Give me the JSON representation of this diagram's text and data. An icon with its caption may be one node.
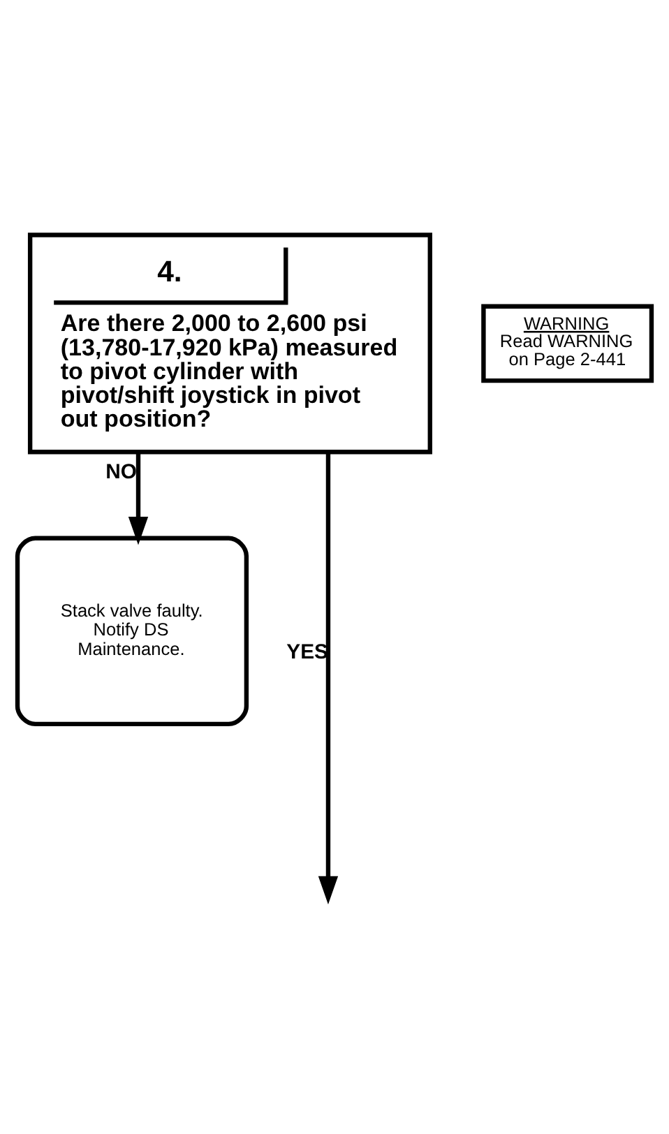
{
  "diagram": {
    "nodes": [
      {
        "text": [
          "4.",
          "Are there 2,000 to 2,600 psi (13,780-17,920 kPa) measured to pivot cylinder with pivot/shift joystick in pivot out position?"
        ]
      },
      {
        "text": [
          "WARNING",
          "Read WARNING on Page 2-441"
        ]
      },
      {
        "text": [
          "Stack valve faulty. Notify DS Maintenance."
        ]
      }
    ],
    "edges": [
      {
        "from": 0,
        "to": 2,
        "arrow": "to",
        "label": "NO"
      },
      {
        "from": 0,
        "to": null,
        "arrow": "to",
        "label": "YES"
      }
    ]
  }
}
